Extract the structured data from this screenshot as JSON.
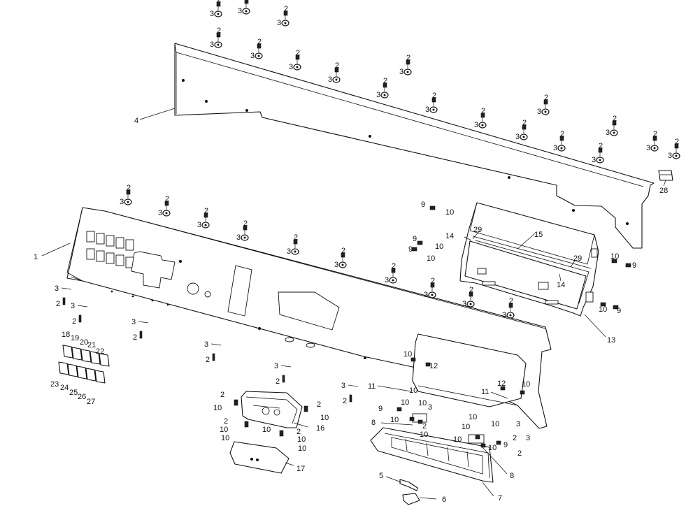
{
  "diagram": {
    "type": "exploded-parts-view",
    "callouts": {
      "c1": "1",
      "c2": "2",
      "c3": "3",
      "c4": "4",
      "c5": "5",
      "c6": "6",
      "c7": "7",
      "c8": "8",
      "c9": "9",
      "c10": "10",
      "c11": "11",
      "c12": "12",
      "c13": "13",
      "c14": "14",
      "c15": "15",
      "c16": "16",
      "c17": "17",
      "c18": "18",
      "c19": "19",
      "c20": "20",
      "c21": "21",
      "c22": "22",
      "c23": "23",
      "c24": "24",
      "c25": "25",
      "c26": "26",
      "c27": "27",
      "c28": "28",
      "c29": "29"
    }
  }
}
